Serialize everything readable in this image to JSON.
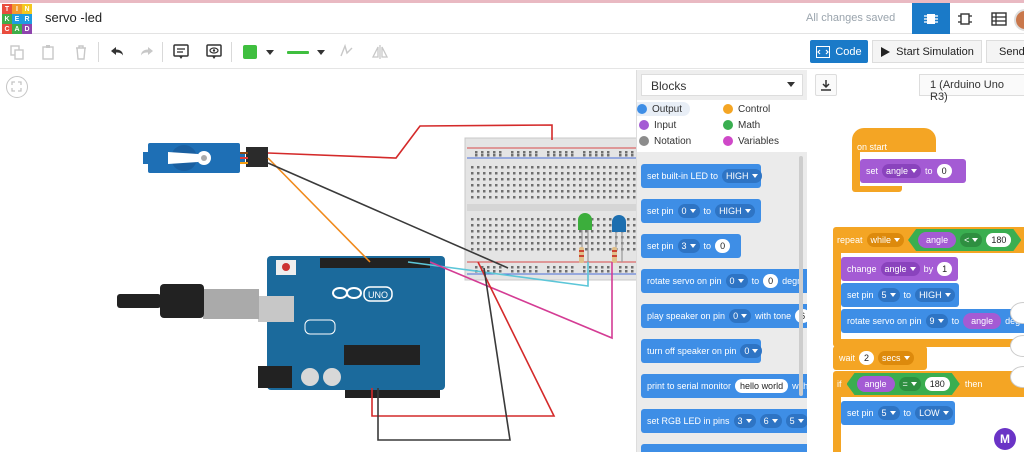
{
  "header": {
    "project_title": "servo -led",
    "save_status": "All changes saved",
    "logo_letters": [
      "T",
      "I",
      "N",
      "K",
      "E",
      "R",
      "C",
      "A",
      "D"
    ],
    "logo_colors": [
      "#e94c3d",
      "#f29a2e",
      "#f4c81f",
      "#3fae49",
      "#1f9be0",
      "#1f9be0",
      "#e94c3d",
      "#3fae49",
      "#8e44ad"
    ]
  },
  "toolbar": {
    "shape_color": "#3fbf3f",
    "wire_color": "#3fbf3f",
    "code_label": "Code",
    "start_sim_label": "Start Simulation",
    "send_label": "Send"
  },
  "blocks_panel": {
    "dropdown_label": "Blocks",
    "categories": [
      {
        "label": "Output",
        "color": "#3e8ee6"
      },
      {
        "label": "Control",
        "color": "#f4a524"
      },
      {
        "label": "Input",
        "color": "#a45bd4"
      },
      {
        "label": "Math",
        "color": "#3aae50"
      },
      {
        "label": "Notation",
        "color": "#8c8c8c"
      },
      {
        "label": "Variables",
        "color": "#cf48c8"
      }
    ],
    "palette": {
      "b1": {
        "text": "set built-in LED to",
        "dd": "HIGH"
      },
      "b2": {
        "text": "set pin",
        "dd1": "0",
        "to": "to",
        "dd2": "HIGH"
      },
      "b3": {
        "text": "set pin",
        "dd1": "3",
        "to": "to",
        "num": "0"
      },
      "b4": {
        "text": "rotate servo on pin",
        "dd1": "0",
        "to": "to",
        "num": "0",
        "suffix": "degr"
      },
      "b5": {
        "text": "play speaker on pin",
        "dd1": "0",
        "with": "with tone",
        "num": "6"
      },
      "b6": {
        "text": "turn off speaker on pin",
        "dd1": "0"
      },
      "b7": {
        "text": "print to serial monitor",
        "str": "hello world",
        "with": "with"
      },
      "b8": {
        "text": "set RGB LED in pins",
        "dd1": "3",
        "dd2": "6",
        "dd3": "5"
      }
    }
  },
  "workspace": {
    "board_select": "1 (Arduino Uno R3)",
    "on_start": "on start",
    "set_label": "set",
    "var_angle": "angle",
    "to_label": "to",
    "init_value": "0",
    "repeat_label": "repeat",
    "while_label": "while",
    "lt_op": "<",
    "limit": "180",
    "change_label": "change",
    "by_label": "by",
    "step": "1",
    "set_pin_label": "set pin",
    "pin5": "5",
    "high": "HIGH",
    "rotate_label": "rotate servo on pin",
    "pin9": "9",
    "deg_label": "deg",
    "wait_label": "wait",
    "wait_value": "2",
    "secs": "secs",
    "if_label": "if",
    "eq_op": "=",
    "eq_value": "180",
    "then_label": "then",
    "low": "LOW"
  },
  "badge": "M"
}
